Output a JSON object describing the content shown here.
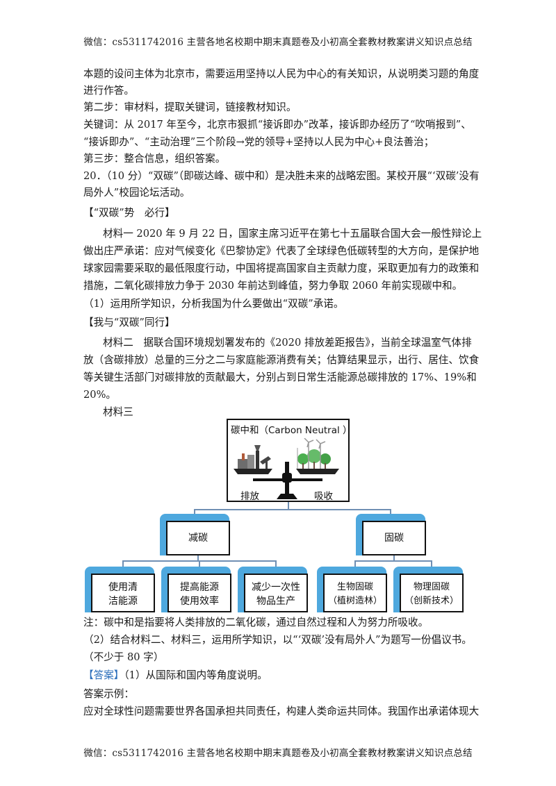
{
  "header": "微信：cs5311742016 主营各地名校期中期末真题卷及小初高全套教材教案讲义知识点总结",
  "footer": "微信：cs5311742016 主营各地名校期中期末真题卷及小初高全套教材教案讲义知识点总结",
  "lines": [
    "本题的设问主体为北京市，需要运用坚持以人民为中心的有关知识，从说明类习题的角度",
    "进行作答。",
    "第二步：审材料，提取关键词，链接教材知识。",
    "关键词：从 2017 年至今，北京市狠抓“接诉即办”改革，接诉即办经历了“吹哨报到”、",
    "“接诉即办”、“主动治理”三个阶段→党的领导+坚持以人民为中心+良法善治；",
    "第三步：整合信息，组织答案。",
    "20．（10 分）“双碳”（即碳达峰、碳中和）是决胜未来的战略宏图。某校开展“‘双碳’没有",
    "局外人”校园论坛活动。",
    "【“双碳”势　必行】",
    "材料一 2020 年 9 月 22 日，国家主席习近平在第七十五届联合国大会一般性辩论上",
    "做出庄严承诺：应对气候变化《巴黎协定》代表了全球绿色低碳转型的大方向，是保护地",
    "球家园需要采取的最低限度行动，中国将提高国家自主贡献力度，采取更加有力的政策和",
    "措施，二氧化碳排放力争于 2030 年前达到峰值，努力争取 2060 年前实现碳中和。",
    "（1）运用所学知识，分析我国为什么要做出“双碳”承诺。",
    "【我与“双碳”同行】",
    "材料二　据联合国环境规划署发布的《2020 排放差距报告》，当前全球温室气体排",
    "放（含碳排放）总量的三分之二与家庭能源消费有关；估算结果显示，出行、居住、饮食",
    "等关键生活部门对碳排放的贡献最大，分别占到日常生活能源总碳排放的 17%、19%和",
    "20%。",
    "材料三"
  ],
  "diagram": {
    "title": "碳中和（Carbon Neutral ）",
    "left_label": "排放",
    "right_label": "吸收",
    "branch_left": "减碳",
    "branch_right": "固碳",
    "leaf1_l1": "使用清",
    "leaf1_l2": "洁能源",
    "leaf2_l1": "提高能源",
    "leaf2_l2": "使用效率",
    "leaf3_l1": "减少一次性",
    "leaf3_l2": "物品生产",
    "leaf4_l1": "生物固碳",
    "leaf4_l2": "（植树造林）",
    "leaf5_l1": "物理固碳",
    "leaf5_l2": "（创新技术）"
  },
  "after": [
    "注：碳中和是指要将人类排放的二氧化碳，通过自然过程和人为努力所吸收。",
    "（2）结合材料二、材料三，运用所学知识，以“‘双碳’没有局外人”为题写一份倡议书。",
    "（不少于 80 字）",
    "（1）从国际和国内等角度说明。",
    "答案示例：",
    "应对全球性问题需要世界各国承担共同责任，构建人类命运共同体。我国作出承诺体现大"
  ],
  "answer_tag": "【答案】"
}
